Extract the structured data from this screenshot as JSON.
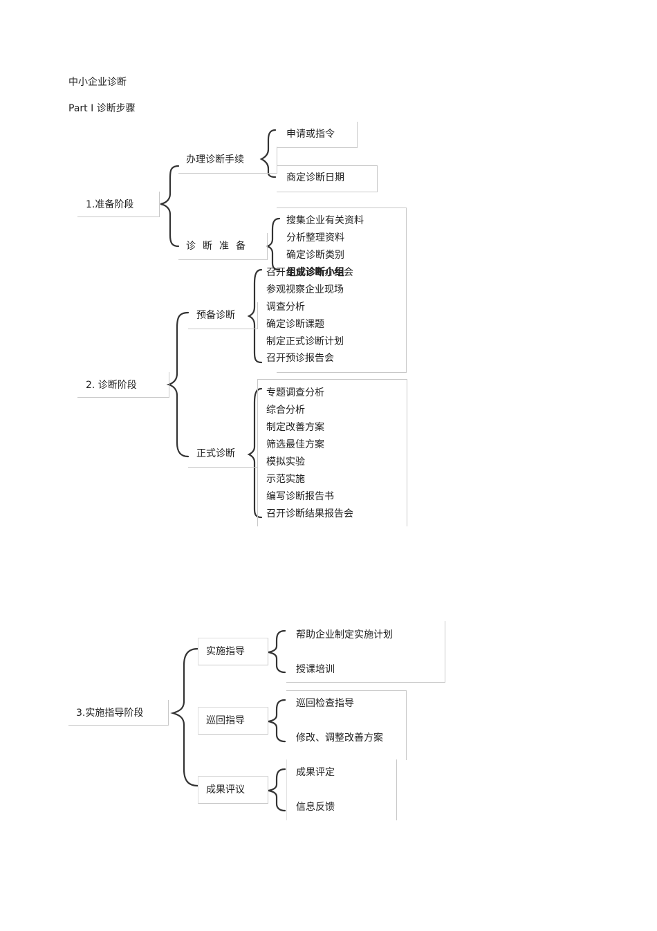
{
  "title": "中小企业诊断",
  "subtitle": "Part Ⅰ  诊断步骤",
  "stage1": {
    "label": "1.准备阶段",
    "sub1": {
      "label": "办理诊断手续",
      "items": [
        "申请或指令",
        "商定诊断日期"
      ]
    },
    "sub2": {
      "label": "诊断准备",
      "items": [
        "搜集企业有关资料",
        "分析整理资料",
        "确定诊断类别",
        "组成诊断小组"
      ]
    }
  },
  "stage2": {
    "label": "2. 诊断阶段",
    "sub1": {
      "label": "预备诊断",
      "items": [
        "召开企业诊断介绍会",
        "参观视察企业现场",
        "调查分析",
        "确定诊断课题",
        "制定正式诊断计划",
        "召开预诊报告会"
      ]
    },
    "sub2": {
      "label": "正式诊断",
      "items": [
        "专题调查分析",
        "综合分析",
        "制定改善方案",
        "筛选最佳方案",
        "模拟实验",
        "示范实施",
        "编写诊断报告书",
        "召开诊断结果报告会"
      ]
    }
  },
  "stage3": {
    "label": "3.实施指导阶段",
    "sub1": {
      "label": "实施指导",
      "items": [
        "帮助企业制定实施计划",
        "授课培训"
      ]
    },
    "sub2": {
      "label": "巡回指导",
      "items": [
        "巡回检查指导",
        "修改、调整改善方案"
      ]
    },
    "sub3": {
      "label": "成果评议",
      "items": [
        "成果评定",
        "信息反馈"
      ]
    }
  }
}
